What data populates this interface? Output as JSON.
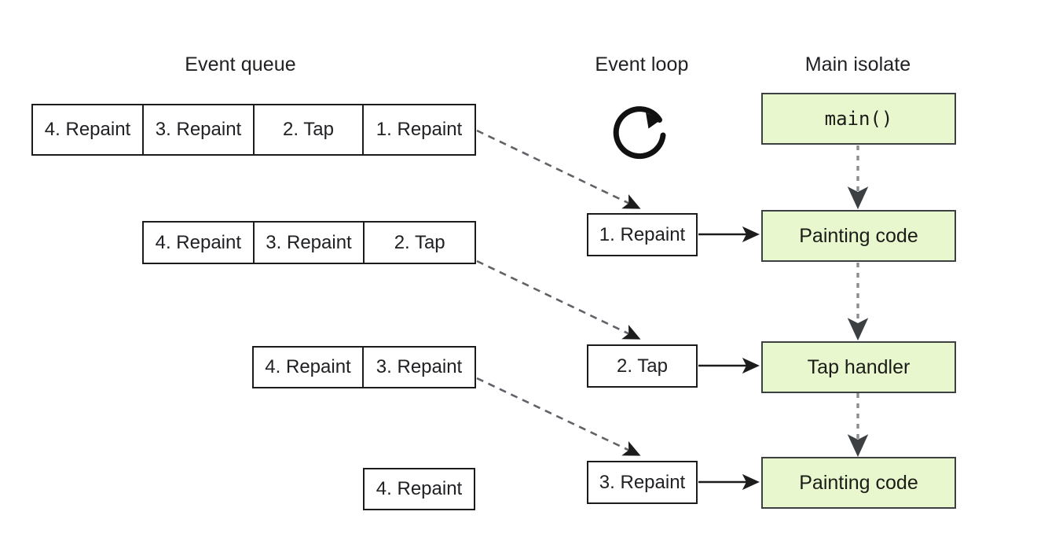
{
  "diagram": {
    "title_event_queue": "Event queue",
    "title_event_loop": "Event loop",
    "title_main_isolate": "Main isolate",
    "loop_icon_name": "circular-refresh-icon",
    "colors": {
      "isolate_fill": "#e9f7cf",
      "isolate_border": "#3c4043",
      "box_border": "#1c1c1c",
      "text": "#202124",
      "dashed_link": "#5f6368",
      "solid_link": "#1c1c1c",
      "background": "#ffffff"
    },
    "queue_rows": [
      {
        "cells": [
          "4. Repaint",
          "3. Repaint",
          "2. Tap",
          "1. Repaint"
        ]
      },
      {
        "cells": [
          "4. Repaint",
          "3. Repaint",
          "2. Tap"
        ]
      },
      {
        "cells": [
          "4. Repaint",
          "3. Repaint"
        ]
      },
      {
        "cells": [
          "4. Repaint"
        ]
      }
    ],
    "event_loop_boxes": [
      {
        "label": "1. Repaint"
      },
      {
        "label": "2. Tap"
      },
      {
        "label": "3. Repaint"
      }
    ],
    "isolate_boxes": [
      {
        "label": "main()",
        "mono": true
      },
      {
        "label": "Painting code",
        "mono": false
      },
      {
        "label": "Tap handler",
        "mono": false
      },
      {
        "label": "Painting code",
        "mono": false
      }
    ]
  }
}
